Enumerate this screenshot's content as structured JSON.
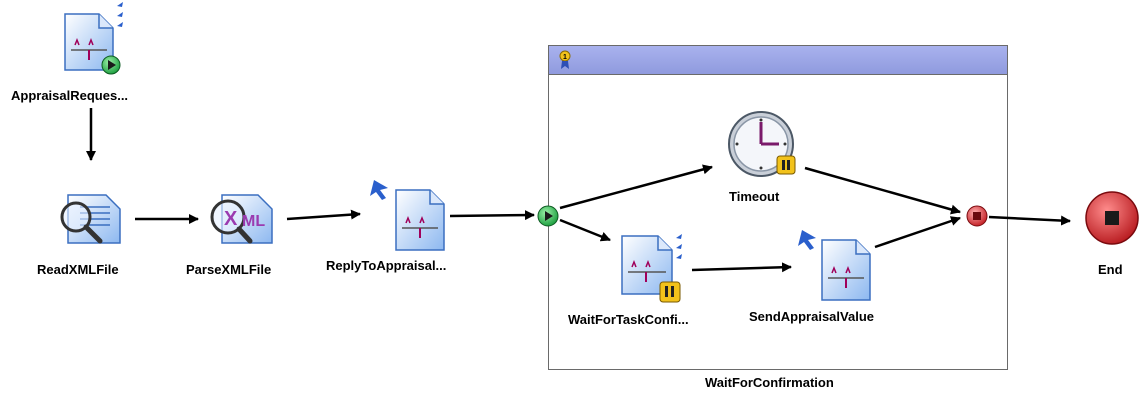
{
  "diagram": {
    "nodes": {
      "appraisal_request": {
        "label": "AppraisalReques...",
        "icon": "receive-event-icon"
      },
      "read_xml_file": {
        "label": "ReadXMLFile",
        "icon": "read-file-icon"
      },
      "parse_xml_file": {
        "label": "ParseXMLFile",
        "icon": "parse-xml-icon"
      },
      "reply_to_appraisal": {
        "label": "ReplyToAppraisal...",
        "icon": "reply-activity-icon"
      },
      "timeout": {
        "label": "Timeout",
        "icon": "timer-clock-icon"
      },
      "wait_for_task_confirm": {
        "label": "WaitForTaskConfi...",
        "icon": "wait-activity-icon"
      },
      "send_appraisal_value": {
        "label": "SendAppraisalValue",
        "icon": "send-activity-icon"
      },
      "end": {
        "label": "End",
        "icon": "end-event-icon"
      }
    },
    "group": {
      "label": "WaitForConfirmation",
      "icon": "group-badge-icon"
    },
    "colors": {
      "group_header": "#9aa4e6",
      "start_gateway": "#22b04a",
      "end_gateway": "#e0383f",
      "end_event": "#d9292c",
      "pause_badge": "#f2c21b",
      "doc_blue": "#6fa6e8"
    }
  }
}
